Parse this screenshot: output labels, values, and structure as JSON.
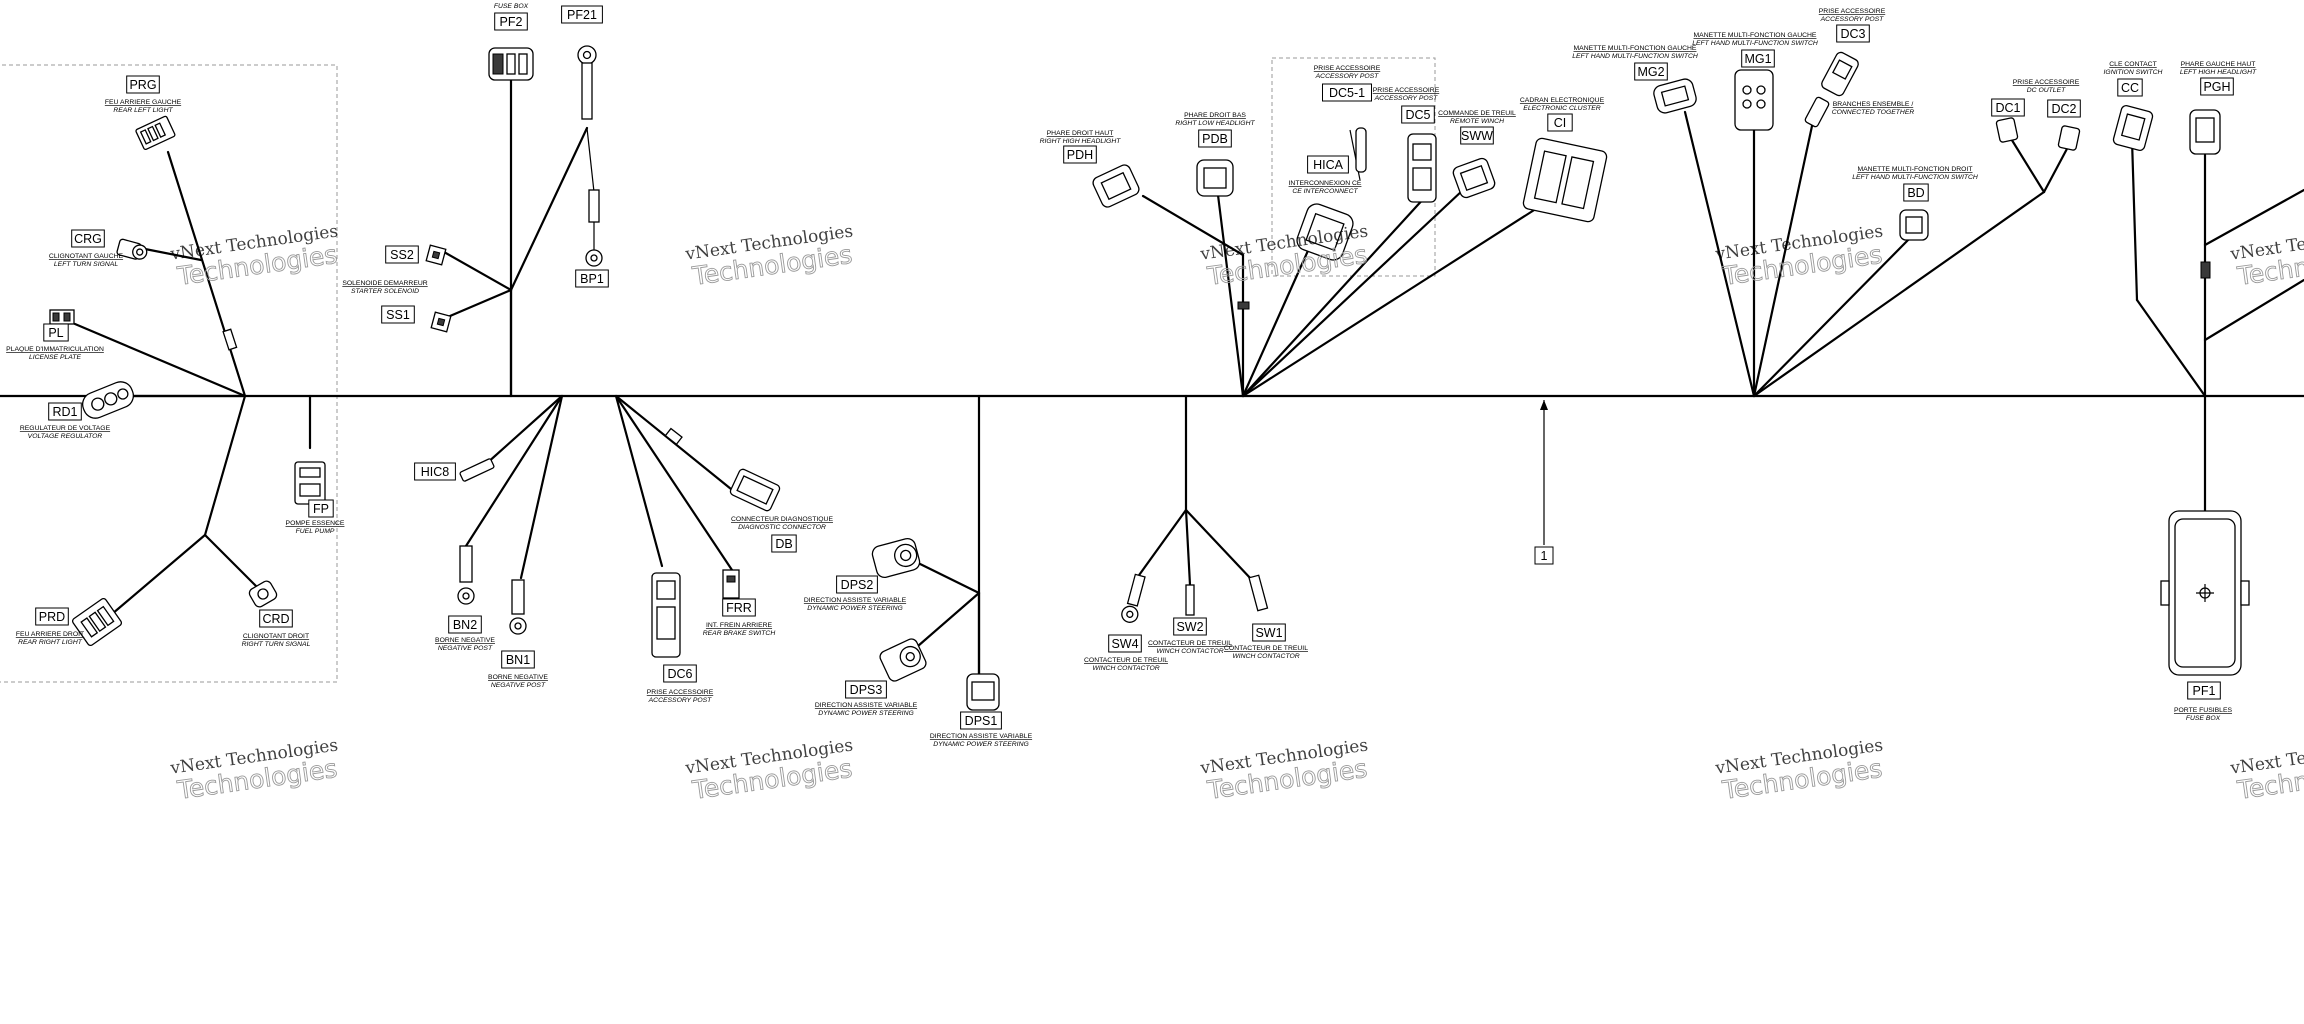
{
  "connectors": [
    {
      "id": "PRG",
      "tag": "PRG",
      "fr": "FEU ARRIERE GAUCHE",
      "en": "REAR LEFT LIGHT"
    },
    {
      "id": "CRG",
      "tag": "CRG",
      "fr": "CLIGNOTANT GAUCHE",
      "en": "LEFT TURN SIGNAL"
    },
    {
      "id": "PL",
      "tag": "PL",
      "fr": "PLAQUE D'IMMATRICULATION",
      "en": "LICENSE PLATE"
    },
    {
      "id": "RD1",
      "tag": "RD1",
      "fr": "REGULATEUR DE VOLTAGE",
      "en": "VOLTAGE REGULATOR"
    },
    {
      "id": "FP",
      "tag": "FP",
      "fr": "POMPE ESSENCE",
      "en": "FUEL PUMP"
    },
    {
      "id": "PRD",
      "tag": "PRD",
      "fr": "FEU ARRIERE DROIT",
      "en": "REAR RIGHT LIGHT"
    },
    {
      "id": "CRD",
      "tag": "CRD",
      "fr": "CLIGNOTANT DROIT",
      "en": "RIGHT TURN SIGNAL"
    },
    {
      "id": "PF2",
      "tag": "PF2",
      "fr": "",
      "en": "FUSE BOX"
    },
    {
      "id": "PF21",
      "tag": "PF21",
      "fr": "",
      "en": ""
    },
    {
      "id": "SS2",
      "tag": "SS2",
      "fr": "SOLENOIDE DEMARREUR",
      "en": "STARTER SOLENOID"
    },
    {
      "id": "SS1",
      "tag": "SS1",
      "fr": "",
      "en": ""
    },
    {
      "id": "BP1",
      "tag": "BP1",
      "fr": "",
      "en": ""
    },
    {
      "id": "HIC8",
      "tag": "HIC8",
      "fr": "",
      "en": ""
    },
    {
      "id": "BN2",
      "tag": "BN2",
      "fr": "BORNE NEGATIVE",
      "en": "NEGATIVE POST"
    },
    {
      "id": "BN1",
      "tag": "BN1",
      "fr": "BORNE NEGATIVE",
      "en": "NEGATIVE POST"
    },
    {
      "id": "DC6",
      "tag": "DC6",
      "fr": "PRISE ACCESSOIRE",
      "en": "ACCESSORY POST"
    },
    {
      "id": "FRR",
      "tag": "FRR",
      "fr": "INT. FREIN ARRIERE",
      "en": "REAR BRAKE SWITCH"
    },
    {
      "id": "DB",
      "tag": "DB",
      "fr": "CONNECTEUR DIAGNOSTIQUE",
      "en": "DIAGNOSTIC CONNECTOR"
    },
    {
      "id": "DPS2",
      "tag": "DPS2",
      "fr": "DIRECTION ASSISTE VARIABLE",
      "en": "DYNAMIC POWER STEERING"
    },
    {
      "id": "DPS3",
      "tag": "DPS3",
      "fr": "DIRECTION ASSISTE VARIABLE",
      "en": "DYNAMIC POWER STEERING"
    },
    {
      "id": "DPS1",
      "tag": "DPS1",
      "fr": "DIRECTION ASSISTE VARIABLE",
      "en": "DYNAMIC POWER STEERING"
    },
    {
      "id": "PDH",
      "tag": "PDH",
      "fr": "PHARE DROIT HAUT",
      "en": "RIGHT HIGH HEADLIGHT"
    },
    {
      "id": "PDB",
      "tag": "PDB",
      "fr": "PHARE DROIT BAS",
      "en": "RIGHT LOW HEADLIGHT"
    },
    {
      "id": "DC51",
      "tag": "DC5-1",
      "fr": "PRISE ACCESSOIRE",
      "en": "ACCESSORY POST"
    },
    {
      "id": "DC5",
      "tag": "DC5",
      "fr": "PRISE ACCESSOIRE",
      "en": "ACCESSORY POST"
    },
    {
      "id": "HICA",
      "tag": "HICA",
      "fr": "INTERCONNEXION CE",
      "en": "CE INTERCONNECT"
    },
    {
      "id": "SWW",
      "tag": "SWW",
      "fr": "COMMANDE DE TREUIL",
      "en": "REMOTE WINCH"
    },
    {
      "id": "CI",
      "tag": "CI",
      "fr": "CADRAN ELECTRONIQUE",
      "en": "ELECTRONIC CLUSTER"
    },
    {
      "id": "SW4",
      "tag": "SW4",
      "fr": "CONTACTEUR DE TREUIL",
      "en": "WINCH CONTACTOR"
    },
    {
      "id": "SW2",
      "tag": "SW2",
      "fr": "CONTACTEUR DE TREUIL",
      "en": "WINCH CONTACTOR"
    },
    {
      "id": "SW1",
      "tag": "SW1",
      "fr": "CONTACTEUR DE TREUIL",
      "en": "WINCH CONTACTOR"
    },
    {
      "id": "MG2",
      "tag": "MG2",
      "fr": "MANETTE MULTI-FONCTION GAUCHE",
      "en": "LEFT HAND MULTI-FUNCTION SWITCH"
    },
    {
      "id": "MG1",
      "tag": "MG1",
      "fr": "MANETTE MULTI-FONCTION GAUCHE",
      "en": "LEFT HAND MULTI-FUNCTION SWITCH"
    },
    {
      "id": "DC3",
      "tag": "DC3",
      "fr": "PRISE ACCESSOIRE",
      "en": "ACCESSORY POST"
    },
    {
      "id": "BRANCH",
      "tag": "",
      "fr": "BRANCHES ENSEMBLE /",
      "en": "CONNECTED TOGETHER"
    },
    {
      "id": "BD",
      "tag": "BD",
      "fr": "MANETTE MULTI-FONCTION DROIT",
      "en": "LEFT HAND MULTI-FUNCTION SWITCH"
    },
    {
      "id": "DC1",
      "tag": "DC1",
      "fr": "PRISE ACCESSOIRE",
      "en": "DC OUTLET"
    },
    {
      "id": "DC2",
      "tag": "DC2",
      "fr": "",
      "en": ""
    },
    {
      "id": "CC",
      "tag": "CC",
      "fr": "CLE CONTACT",
      "en": "IGNITION SWITCH"
    },
    {
      "id": "PGH",
      "tag": "PGH",
      "fr": "PHARE GAUCHE HAUT",
      "en": "LEFT HIGH HEADLIGHT"
    },
    {
      "id": "PF1",
      "tag": "PF1",
      "fr": "PORTE FUSIBLES",
      "en": "FUSE BOX"
    }
  ],
  "callouts": [
    {
      "id": "c1",
      "label": "1"
    }
  ],
  "watermark": {
    "line1": "vNext Technologies",
    "line2": "Technologies"
  }
}
